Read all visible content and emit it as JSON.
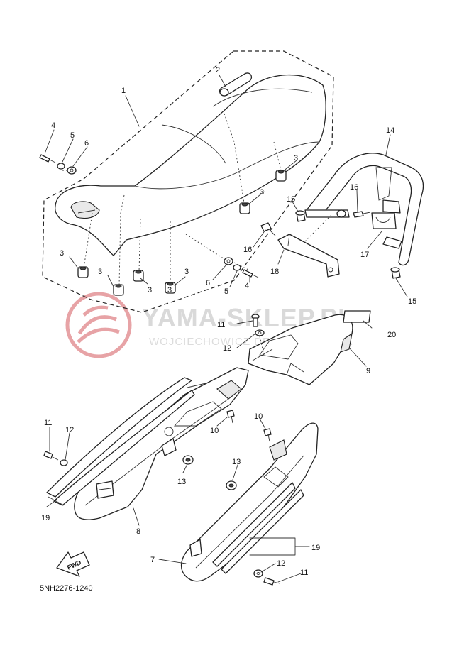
{
  "watermark": {
    "title": "YAMA-SKLEP.PL",
    "subtitle": "WOJCIECHOWICZ DEALER YAMAHA",
    "logo_color": "#e7a3a6",
    "text_color": "#d9d9d9"
  },
  "callouts": {
    "c1": "1",
    "c2": "2",
    "c3a": "3",
    "c3b": "3",
    "c3c": "3",
    "c3d": "3",
    "c3e": "3",
    "c3f": "3",
    "c3g": "3",
    "c4a": "4",
    "c4b": "4",
    "c5a": "5",
    "c5b": "5",
    "c6a": "6",
    "c6b": "6",
    "c7": "7",
    "c8": "8",
    "c9": "9",
    "c10a": "10",
    "c10b": "10",
    "c11a": "11",
    "c11b": "11",
    "c11c": "11",
    "c12a": "12",
    "c12b": "12",
    "c12c": "12",
    "c13a": "13",
    "c13b": "13",
    "c14": "14",
    "c15a": "15",
    "c15b": "15",
    "c16a": "16",
    "c16b": "16",
    "c17": "17",
    "c18": "18",
    "c19a": "19",
    "c19b": "19",
    "c20": "20"
  },
  "fwd_label": "FWD",
  "diagram_code": "5NH2276-1240"
}
